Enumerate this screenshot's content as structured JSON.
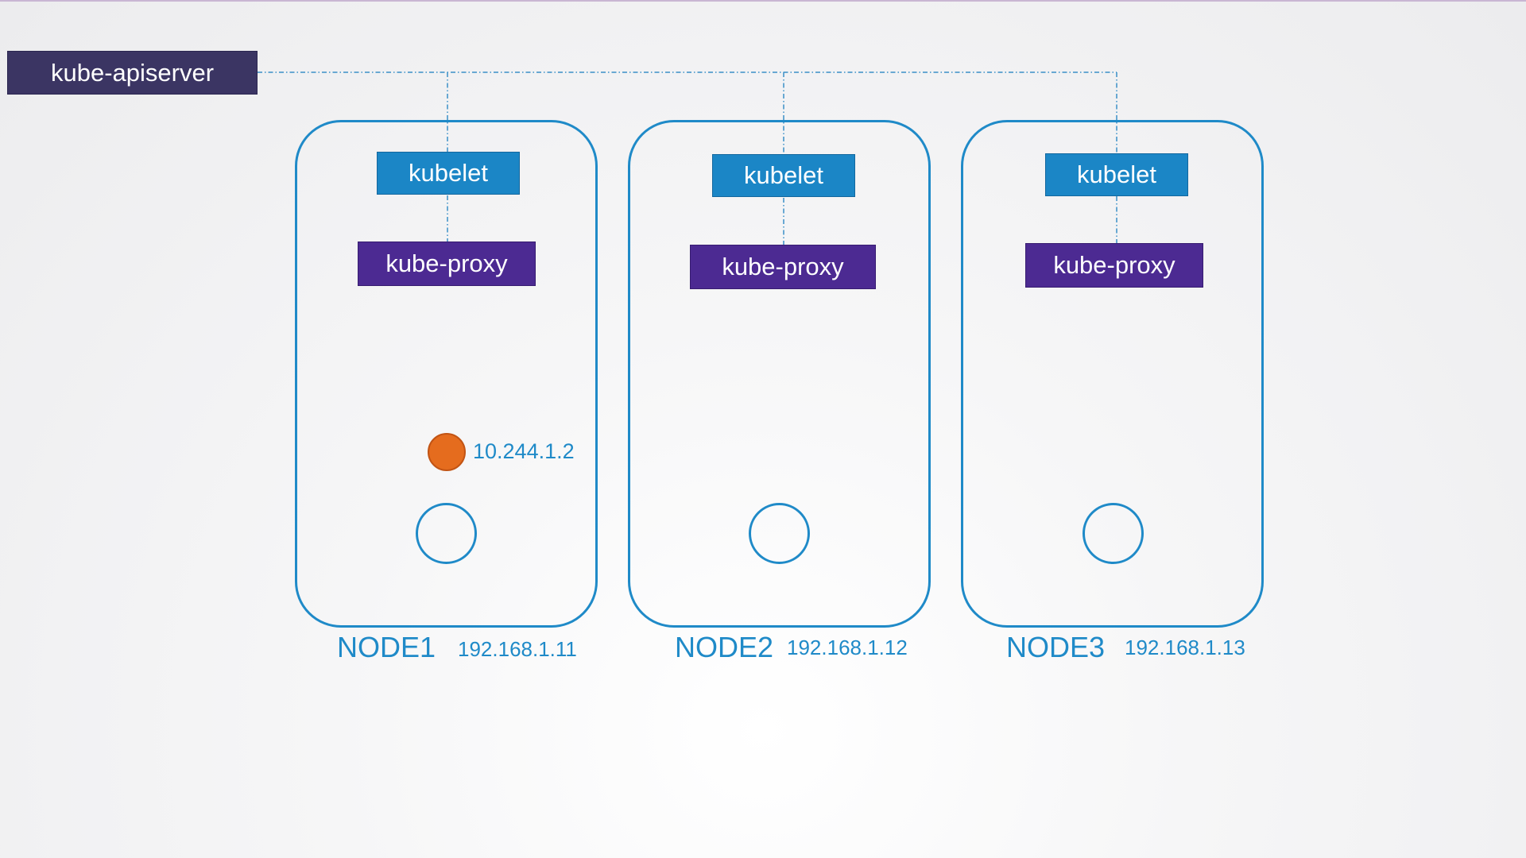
{
  "apiserver": {
    "label": "kube-apiserver"
  },
  "nodes": [
    {
      "name": "NODE1",
      "ip": "192.168.1.11",
      "kubelet": "kubelet",
      "proxy": "kube-proxy"
    },
    {
      "name": "NODE2",
      "ip": "192.168.1.12",
      "kubelet": "kubelet",
      "proxy": "kube-proxy"
    },
    {
      "name": "NODE3",
      "ip": "192.168.1.13",
      "kubelet": "kubelet",
      "proxy": "kube-proxy"
    }
  ],
  "pod": {
    "ip": "10.244.1.2"
  },
  "colors": {
    "apiserver": "#3b3563",
    "kubelet": "#1b86c6",
    "kube_proxy": "#4c2a92",
    "node_outline": "#1f8ac8",
    "pod_fill": "#e56c1e"
  }
}
